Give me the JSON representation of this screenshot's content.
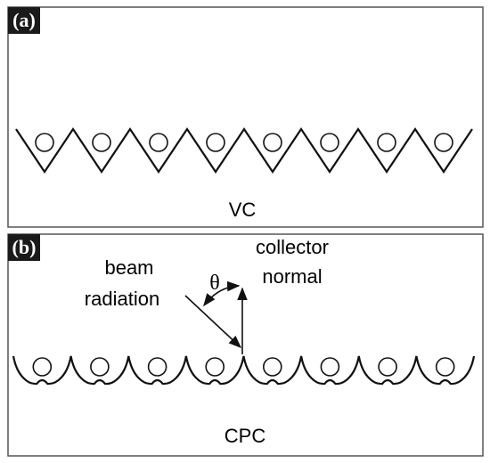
{
  "panel_a": {
    "tag": "(a)",
    "caption": "VC",
    "tube_count": 8
  },
  "panel_b": {
    "tag": "(b)",
    "caption": "CPC",
    "tube_count": 8,
    "beam_label_line1": "beam",
    "beam_label_line2": "radiation",
    "normal_label_line1": "collector",
    "normal_label_line2": "normal",
    "angle_symbol": "θ"
  },
  "colors": {
    "line": "#111111",
    "frame": "#555555",
    "tag_background": "#1a1a1a",
    "tag_text": "#ffffff"
  }
}
